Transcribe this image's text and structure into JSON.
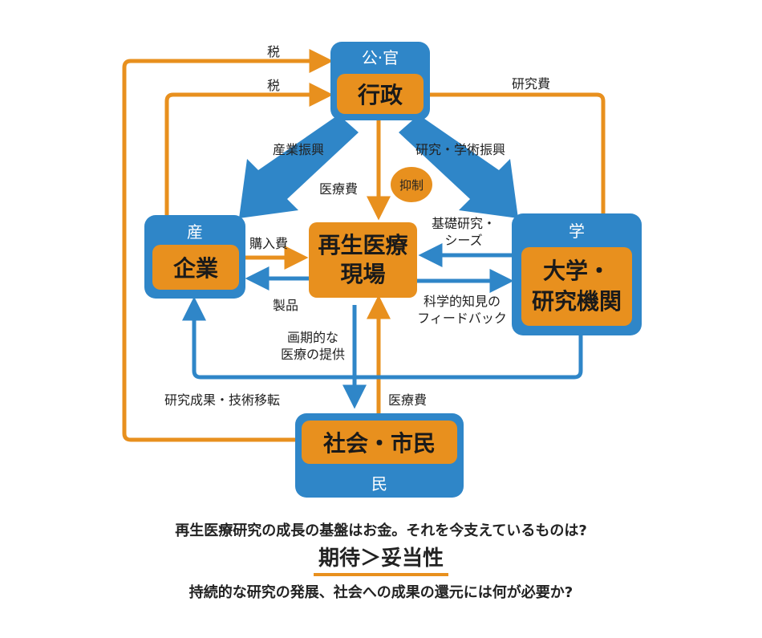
{
  "nodes": {
    "public_gov": {
      "group_label": "公·官",
      "name": "行政"
    },
    "industry": {
      "group_label": "産",
      "name": "企業"
    },
    "clinic": {
      "name_line1": "再生医療",
      "name_line2": "現場"
    },
    "academia": {
      "group_label": "学",
      "name_line1": "大学・",
      "name_line2": "研究機関"
    },
    "society": {
      "group_label": "民",
      "name": "社会・市民"
    }
  },
  "edge_labels": {
    "tax_top": "税",
    "tax_second": "税",
    "research_funds": "研究費",
    "industry_promotion": "産業振興",
    "research_academic_promotion": "研究・学術振興",
    "medical_cost_top": "医療費",
    "suppress": "抑制",
    "purchase_cost": "購入費",
    "basic_research_1": "基礎研究・",
    "basic_research_2": "シーズ",
    "products": "製品",
    "scientific_feedback_1": "科学的知見の",
    "scientific_feedback_2": "フィードバック",
    "innovative_1": "画期的な",
    "innovative_2": "医療の提供",
    "research_transfer": "研究成果・技術移転",
    "medical_cost_bottom": "医療費"
  },
  "captions": {
    "line1": "再生医療研究の成長の基盤はお金。それを今支えているものは?",
    "line2": "期待＞妥当性",
    "line3": "持続的な研究の発展、社会への成果の還元には何が必要か?"
  },
  "colors": {
    "blue": "#2f86c8",
    "orange": "#e8901e",
    "text": "#222222"
  }
}
